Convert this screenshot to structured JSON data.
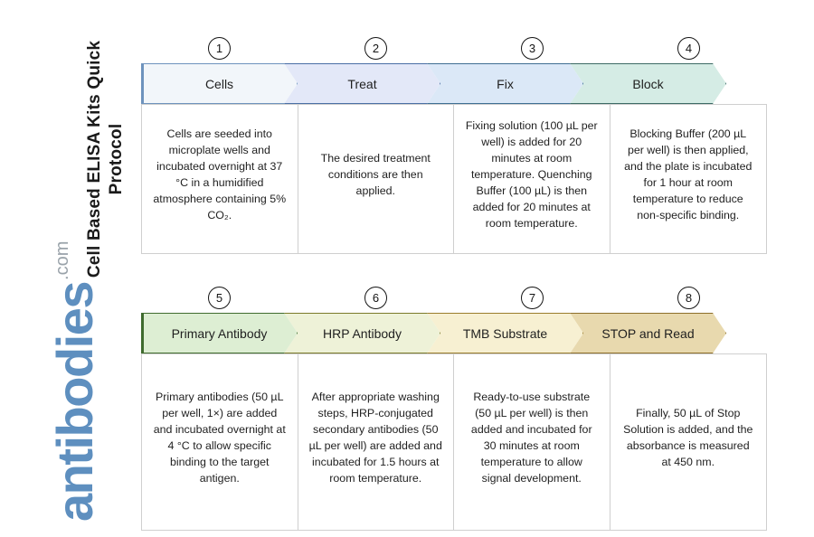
{
  "page": {
    "title": "Cell Based ELISA Kits Quick Protocol",
    "logo_word": "antibodies",
    "logo_tld": ".com"
  },
  "rows": [
    {
      "steps": [
        {
          "number": "1",
          "label": "Cells",
          "body": "Cells are seeded into microplate wells and incubated overnight at 37 °C in a humidified atmosphere containing 5% CO₂.",
          "fill": "#f2f6fa",
          "stroke": "#6e93bd"
        },
        {
          "number": "2",
          "label": "Treat",
          "body": "The desired treatment conditions are then applied.",
          "fill": "#e3e8f8",
          "stroke": "#4a6fa5"
        },
        {
          "number": "3",
          "label": "Fix",
          "body": "Fixing solution (100 µL per well) is added for 20 minutes at room temperature. Quenching Buffer (100 µL) is then added for 20 minutes at room temperature.",
          "fill": "#dbe8f7",
          "stroke": "#3f6f93"
        },
        {
          "number": "4",
          "label": "Block",
          "body": "Blocking Buffer (200 µL per well) is then applied, and the plate is incubated for 1 hour at room temperature to reduce non-specific binding.",
          "fill": "#d5ece5",
          "stroke": "#3d6b66"
        }
      ]
    },
    {
      "steps": [
        {
          "number": "5",
          "label": "Primary Antibody",
          "body": "Primary antibodies (50 µL per well, 1×) are added and incubated overnight at 4 °C to allow specific binding to the target antigen.",
          "fill": "#ddeed3",
          "stroke": "#3f6b2e"
        },
        {
          "number": "6",
          "label": "HRP Antibody",
          "body": "After appropriate washing steps, HRP-conjugated secondary antibodies (50 µL per well) are added and incubated for 1.5 hours at room temperature.",
          "fill": "#eef2d8",
          "stroke": "#7b7b2a"
        },
        {
          "number": "7",
          "label": "TMB Substrate",
          "body": "Ready-to-use substrate (50 µL per well) is then added and incubated for 30 minutes at room temperature to allow signal development.",
          "fill": "#f7f0d2",
          "stroke": "#9a7d2c"
        },
        {
          "number": "8",
          "label": "STOP and Read",
          "body": "Finally, 50 µL of Stop Solution is added, and the absorbance is measured at 450 nm.",
          "fill": "#e8d9ae",
          "stroke": "#8d6f2a"
        }
      ]
    }
  ]
}
